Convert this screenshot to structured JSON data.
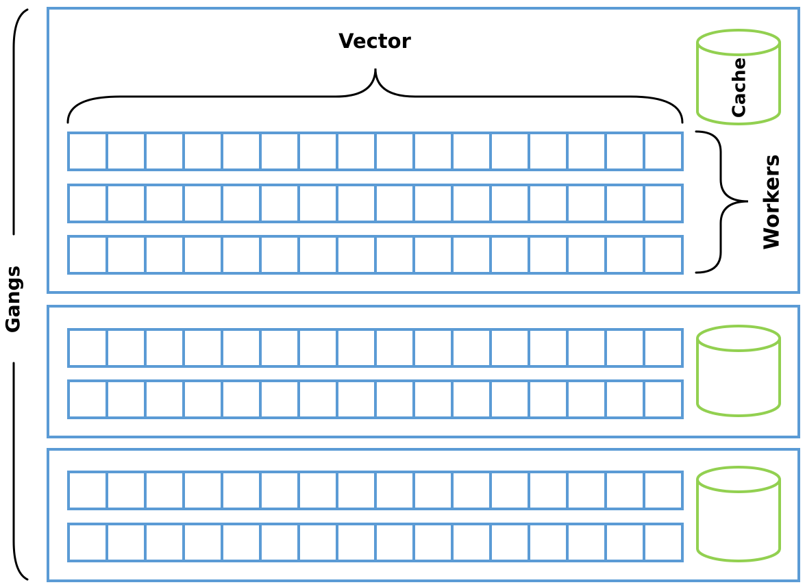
{
  "labels": {
    "vector": "Vector",
    "cache": "Cache",
    "workers": "Workers",
    "gangs": "Gangs"
  },
  "structure": {
    "gang_count": 3,
    "workers_per_gang": [
      3,
      2,
      2
    ],
    "vector_lanes_per_worker": 16
  },
  "colors": {
    "gang_border": "#5b9bd5",
    "lane_border": "#5b9bd5",
    "cache_stroke": "#92d050",
    "bracket": "#000000",
    "background": "#ffffff"
  }
}
